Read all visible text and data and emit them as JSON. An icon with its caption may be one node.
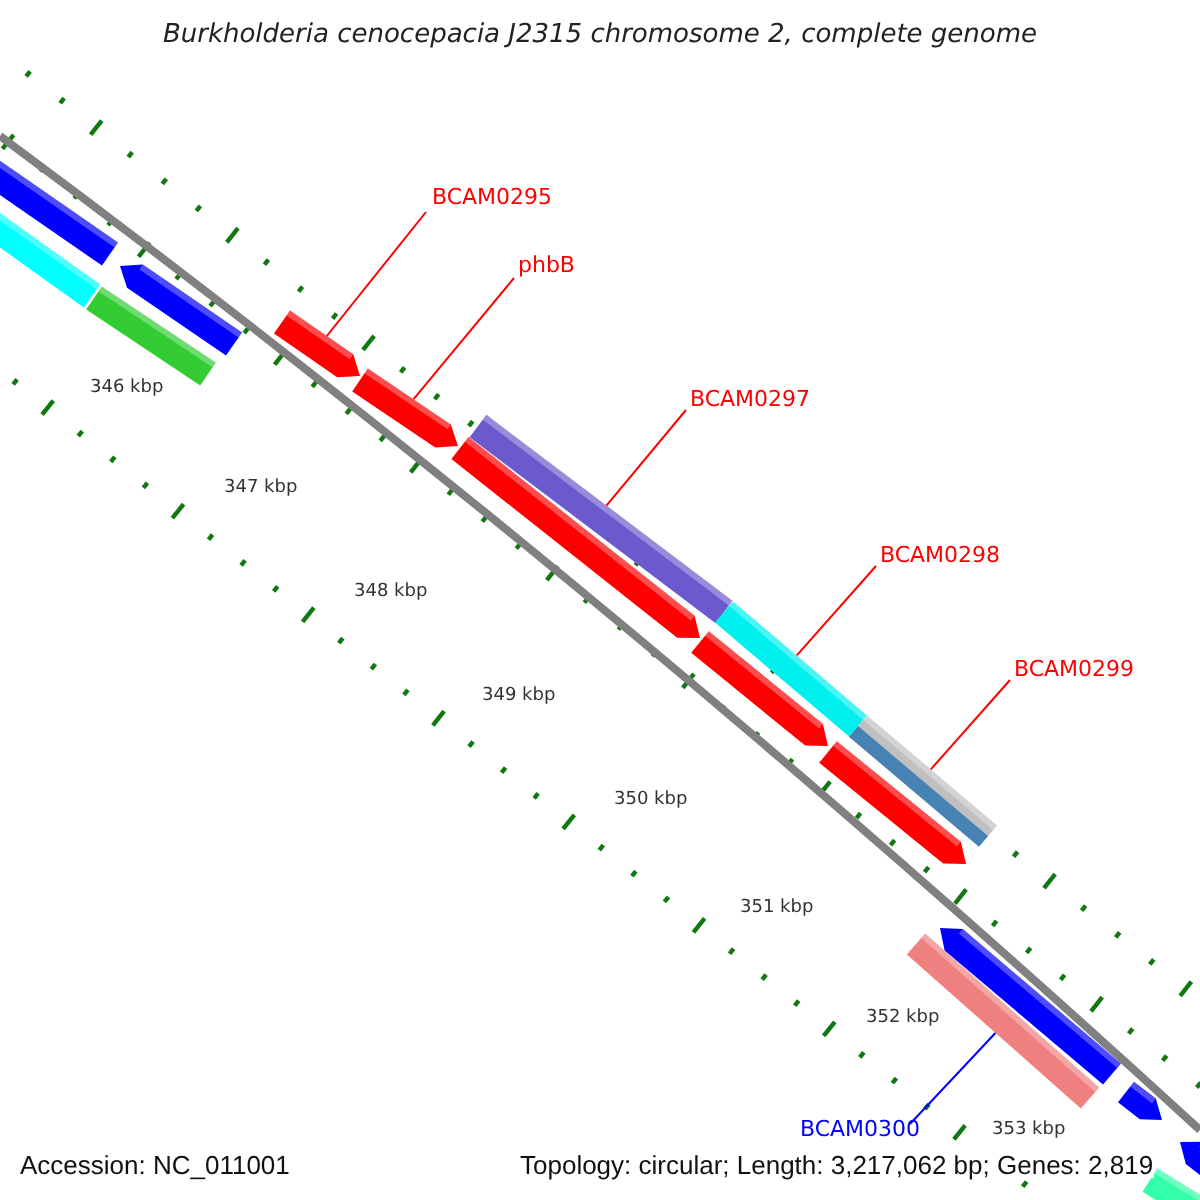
{
  "diagram": {
    "title": "Burkholderia cenocepacia J2315 chromosome 2, complete genome",
    "nodes": [
      {
        "text": [
          "BCAM0295"
        ]
      },
      {
        "text": [],
        "shape": "bar"
      },
      {
        "text": [
          "phbB"
        ]
      },
      {
        "text": [],
        "shape": "bar"
      },
      {
        "text": [
          "BCAM0297"
        ]
      },
      {
        "text": [],
        "shape": "bar"
      },
      {
        "text": [
          "BCAM0298"
        ]
      },
      {
        "text": [],
        "shape": "bar"
      },
      {
        "text": [
          "BCAM0299"
        ]
      },
      {
        "text": [],
        "shape": "bar"
      },
      {
        "text": [
          "BCAM0300"
        ]
      },
      {
        "text": [],
        "shape": "bar"
      }
    ],
    "edges": [
      {
        "from": 0,
        "to": 1,
        "arrow": "none"
      },
      {
        "from": 2,
        "to": 3,
        "arrow": "none"
      },
      {
        "from": 4,
        "to": 5,
        "arrow": "none"
      },
      {
        "from": 6,
        "to": 7,
        "arrow": "none"
      },
      {
        "from": 8,
        "to": 9,
        "arrow": "none"
      },
      {
        "from": 10,
        "to": 11,
        "arrow": "none",
        "color": "#0000ff"
      }
    ],
    "labels": [
      "346 kbp",
      "347 kbp",
      "348 kbp",
      "349 kbp",
      "350 kbp",
      "351 kbp",
      "352 kbp",
      "353 kbp",
      "Accession: NC_011001",
      "Topology: circular; Length: 3,217,062 bp; Genes: 2,819"
    ]
  }
}
